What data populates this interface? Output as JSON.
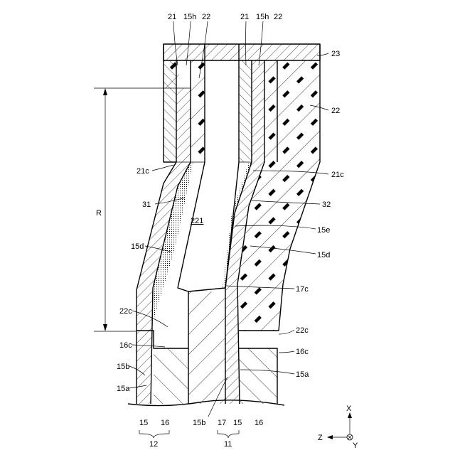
{
  "labels": {
    "top_21_a": "21",
    "top_15h_a": "15h",
    "top_22_a": "22",
    "top_21_b": "21",
    "top_15h_b": "15h",
    "top_22_b": "22",
    "r23": "23",
    "r22": "22",
    "r21c_left": "21c",
    "r21c_right": "21c",
    "r31": "31",
    "r32": "32",
    "rR": "R",
    "r221": "221",
    "r15d_left": "15d",
    "r15e": "15e",
    "r15d_right": "15d",
    "r17c": "17c",
    "r22c_left": "22c",
    "r22c_right": "22c",
    "r16c_left": "16c",
    "r16c_right": "16c",
    "r15b_left": "15b",
    "r15a_left": "15a",
    "r15a_right": "15a",
    "b15_left": "15",
    "b16_left": "16",
    "b15b": "15b",
    "b17": "17",
    "b15_right": "15",
    "b16_right": "16",
    "b12": "12",
    "b11": "11",
    "axis_x": "X",
    "axis_z": "Z",
    "axis_y": "Y"
  }
}
